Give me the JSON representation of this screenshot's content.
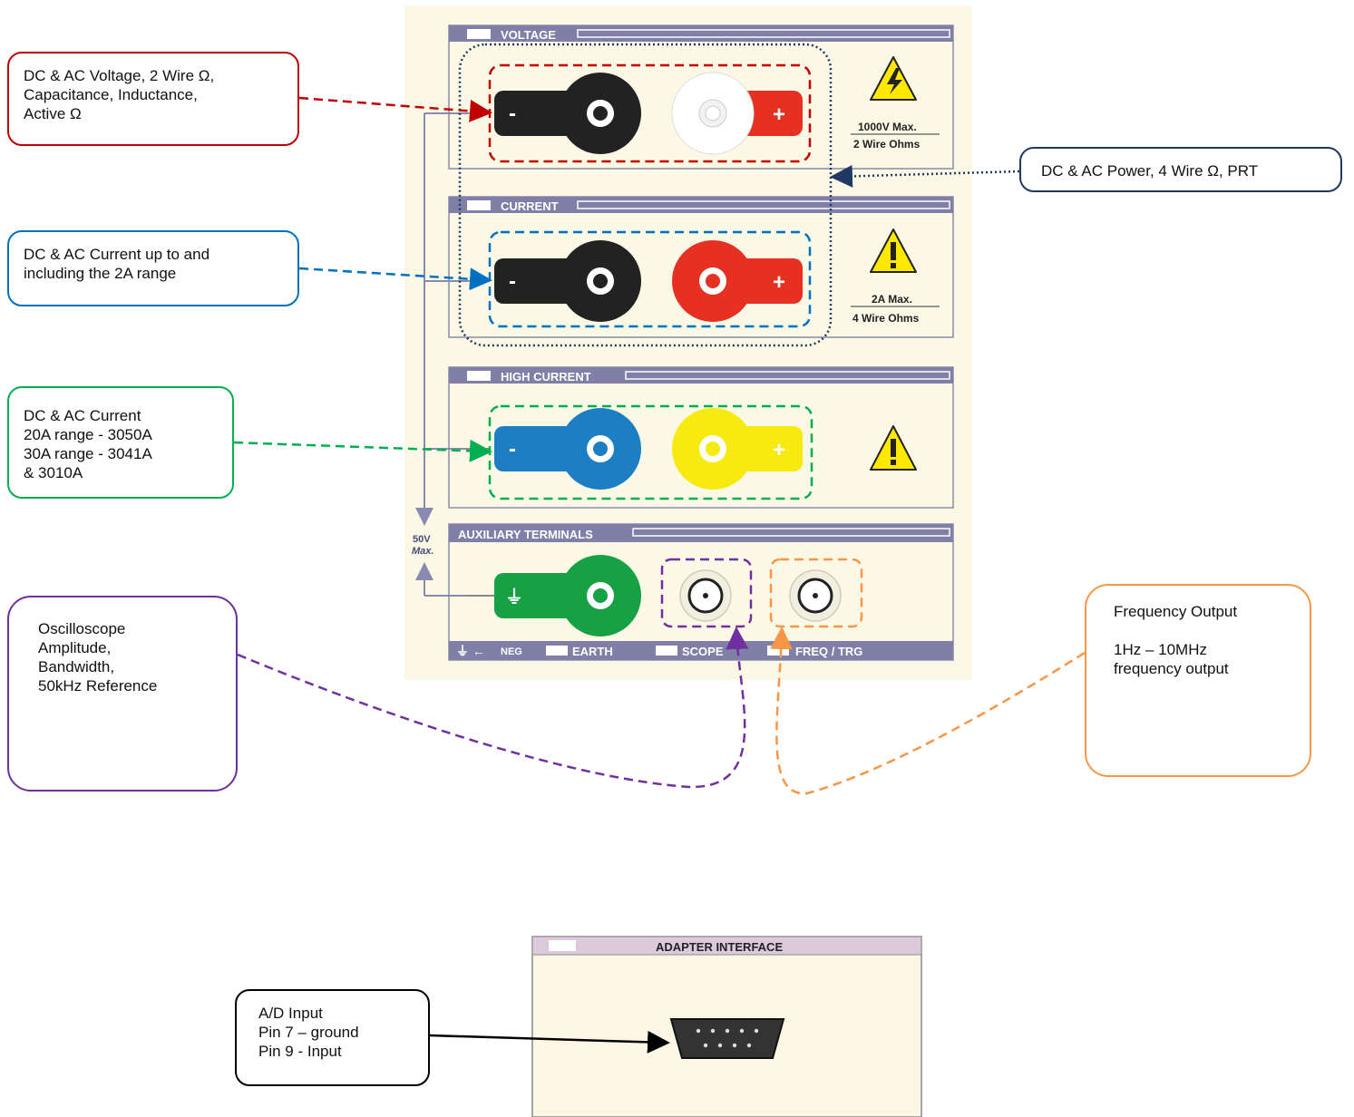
{
  "panel": {
    "sections": [
      {
        "title": "VOLTAGE",
        "rating": "1000V Max.",
        "subrating": "2 Wire Ohms",
        "warning": "electrical-hazard"
      },
      {
        "title": "CURRENT",
        "rating": "2A Max.",
        "subrating": "4 Wire Ohms",
        "warning": "general-warning"
      },
      {
        "title": "HIGH CURRENT",
        "rating": "",
        "subrating": "",
        "warning": "general-warning"
      },
      {
        "title": "AUXILIARY TERMINALS"
      }
    ],
    "terminals": {
      "minus": "-",
      "plus": "+"
    },
    "limit_label": "50V",
    "limit_sublabel": "Max.",
    "bottom_bar": {
      "neg": "NEG",
      "earth": "EARTH",
      "scope": "SCOPE",
      "freq": "FREQ / TRG"
    },
    "colors": {
      "panel_bg": "#fbf8e6",
      "frame": "#7f7fa8",
      "black": "#222222",
      "red": "#e53022",
      "white": "#ffffff",
      "blue": "#1d7fc3",
      "yellow": "#f6ea10",
      "green": "#16a144"
    }
  },
  "adapter": {
    "title": "ADAPTER INTERFACE",
    "bg": "#fcf7e4",
    "header": "#dcc9dc"
  },
  "callouts": {
    "voltage": {
      "text": "DC & AC Voltage, 2 Wire Ω,\nCapacitance, Inductance,\nActive Ω",
      "color": "#c00000"
    },
    "current": {
      "text": "DC & AC Current up to and\nincluding the 2A range",
      "color": "#0070c0"
    },
    "high_current": {
      "text": "DC & AC Current\n20A range - 3050A\n30A range - 3041A\n& 3010A",
      "color": "#00b050"
    },
    "power": {
      "text": "DC & AC Power, 4 Wire Ω, PRT",
      "color": "#1f3864"
    },
    "scope": {
      "text": "Oscilloscope\nAmplitude,\nBandwidth,\n50kHz Reference",
      "color": "#7030a0"
    },
    "freq": {
      "text": "Frequency Output\n\n1Hz – 10MHz\nfrequency output",
      "color": "#f79646"
    },
    "adapter": {
      "text": "A/D Input\nPin 7 – ground\nPin 9 - Input",
      "color": "#000000"
    }
  }
}
